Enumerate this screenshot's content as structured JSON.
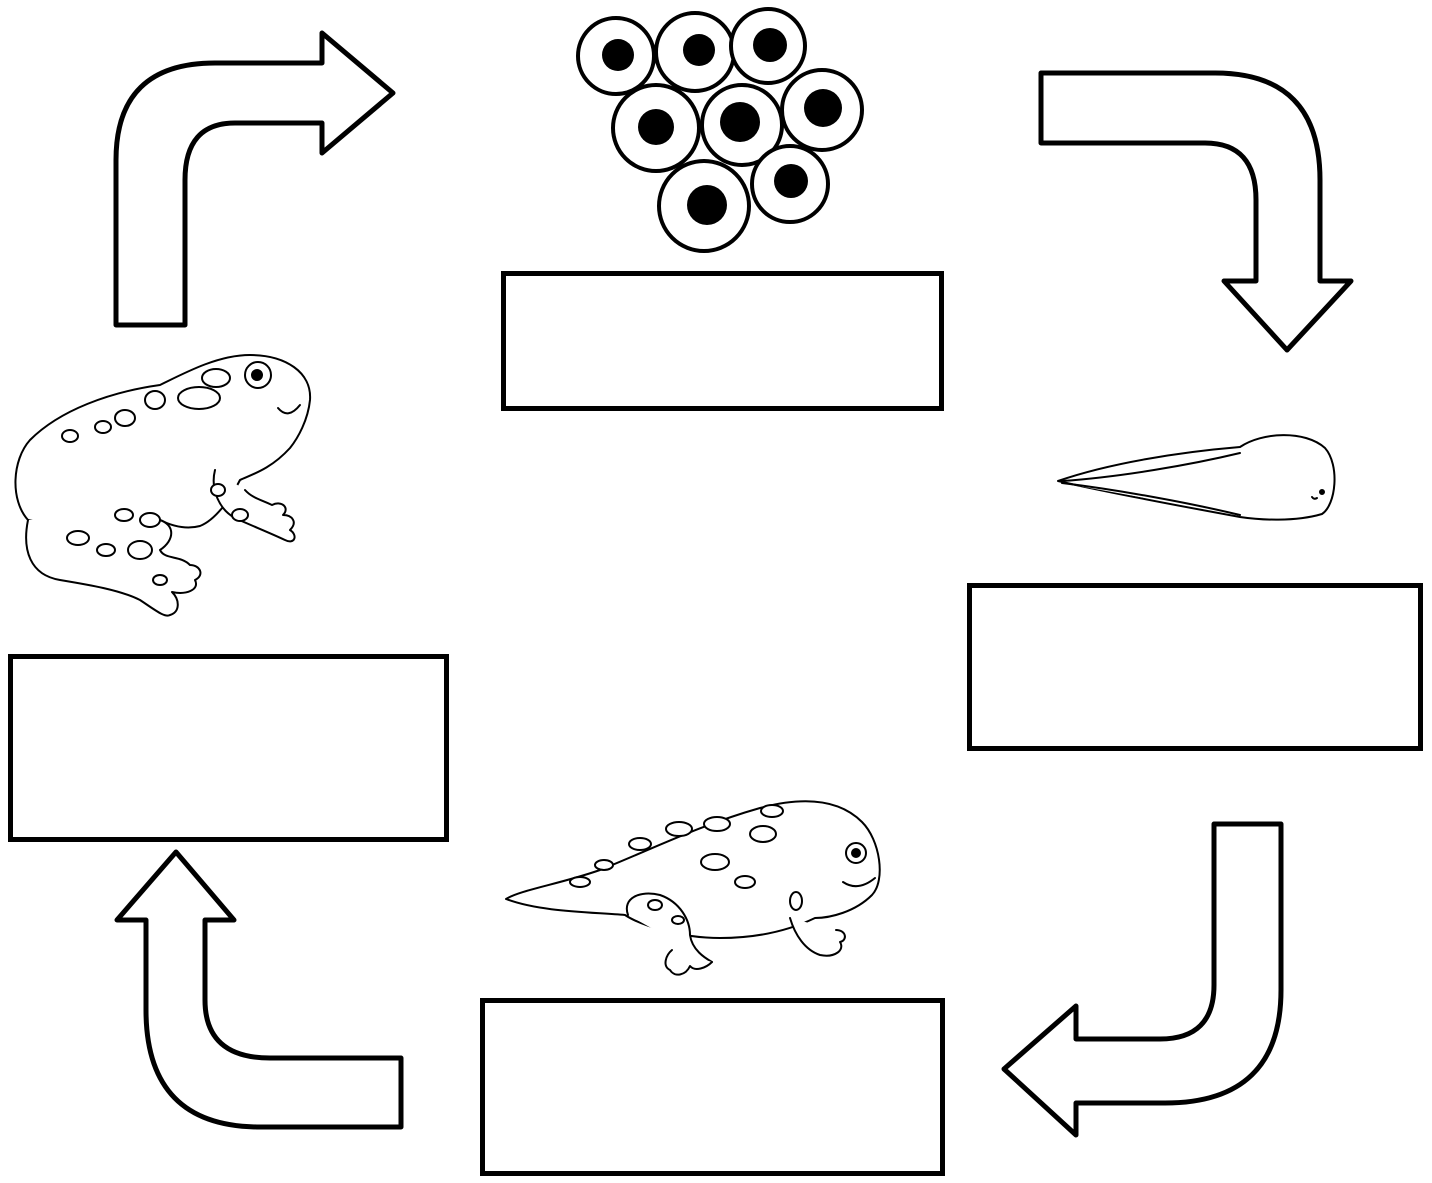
{
  "stages": [
    {
      "id": "eggs",
      "label": ""
    },
    {
      "id": "tadpole",
      "label": ""
    },
    {
      "id": "froglet",
      "label": ""
    },
    {
      "id": "frog",
      "label": ""
    }
  ],
  "colors": {
    "ink": "#000000",
    "paper": "#ffffff"
  }
}
